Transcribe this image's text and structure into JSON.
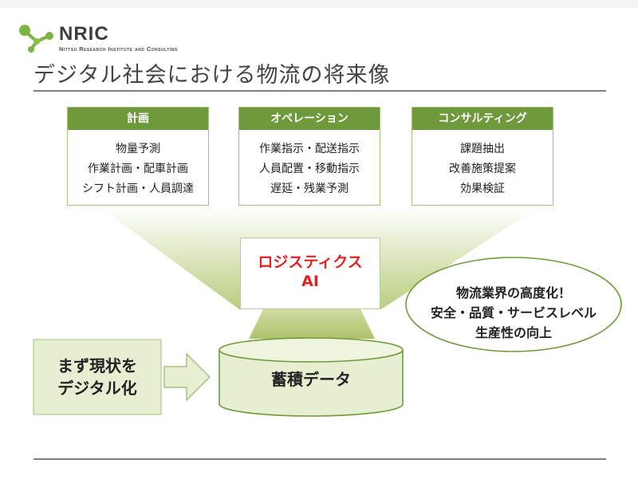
{
  "brand": {
    "name": "NRIC",
    "subtitle": "Nittsu Research Institute and Consulting"
  },
  "page": {
    "title": "デジタル社会における物流の将来像"
  },
  "categories": [
    {
      "label": "計画",
      "items": [
        "物量予測",
        "作業計画・配車計画",
        "シフト計画・人員調達"
      ]
    },
    {
      "label": "オペレーション",
      "items": [
        "作業指示・配送指示",
        "人員配置・移動指示",
        "遅延・残業予測"
      ]
    },
    {
      "label": "コンサルティング",
      "items": [
        "課題抽出",
        "改善施策提案",
        "効果検証"
      ]
    }
  ],
  "ai": {
    "line1": "ロジスティクス",
    "line2": "AI"
  },
  "digitize": {
    "line1": "まず現状を",
    "line2": "デジタル化"
  },
  "database": {
    "label": "蓄積データ"
  },
  "callout": {
    "lines": [
      "物流業界の高度化！",
      "安全・品質・サービスレベル",
      "生産性の向上"
    ]
  },
  "colors": {
    "header_green": "#6f9a3c",
    "light_green": "#e6efd2",
    "ai_red": "#e32222",
    "border_green": "#a8bf7c"
  }
}
